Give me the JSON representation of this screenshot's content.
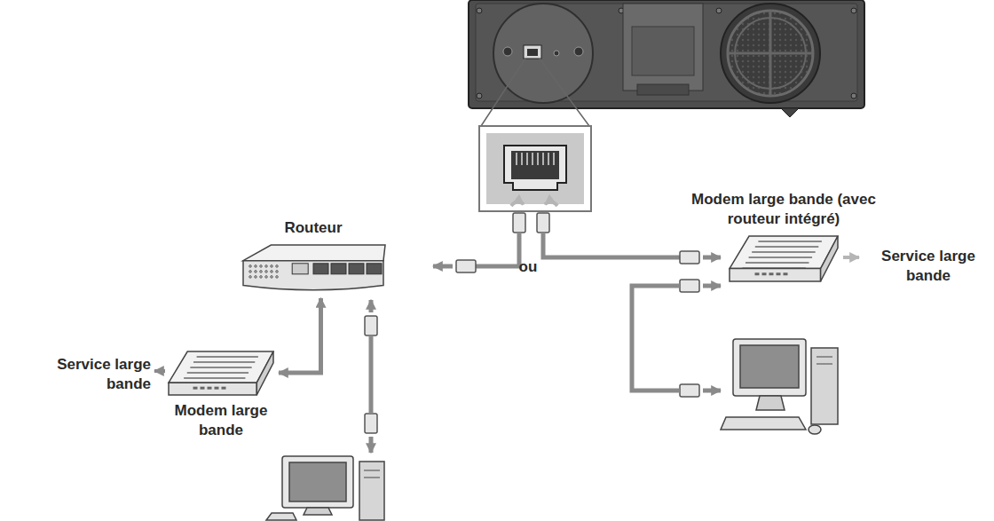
{
  "diagram": {
    "nodes": [
      {
        "text": [
          "Routeur"
        ]
      },
      {
        "text": [
          "Modem large bande"
        ]
      },
      {
        "text": [
          "Modem large bande (avec routeur intégré)"
        ]
      }
    ],
    "edges": [
      {
        "from": 0,
        "to": 1,
        "arrow": "both"
      }
    ],
    "labels": [
      "Service large bande",
      "Service large bande",
      "ou"
    ]
  }
}
